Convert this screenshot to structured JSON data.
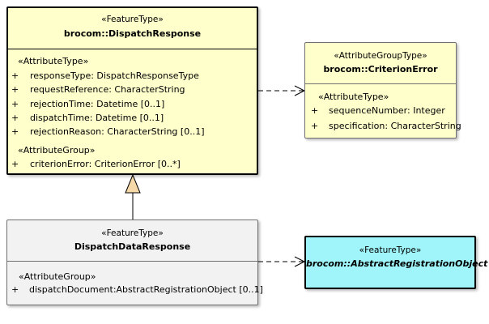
{
  "dispatch_response": {
    "stereotype": "«FeatureType»",
    "name": "brocom::DispatchResponse",
    "section1_stereotype": "«AttributeType»",
    "attributes": [
      "responseType: DispatchResponseType",
      "requestReference: CharacterString",
      "rejectionTime: Datetime [0..1]",
      "dispatchTime: Datetime [0..1]",
      "rejectionReason: CharacterString [0..1]"
    ],
    "section2_stereotype": "«AttributeGroup»",
    "groups": [
      "criterionError: CriterionError [0..*]"
    ]
  },
  "criterion_error": {
    "stereotype": "«AttributeGroupType»",
    "name": "brocom::CriterionError",
    "section_stereotype": "«AttributeType»",
    "attributes": [
      "sequenceNumber: Integer",
      "specification: CharacterString"
    ]
  },
  "dispatch_data_response": {
    "stereotype": "«FeatureType»",
    "name": "DispatchDataResponse",
    "section_stereotype": "«AttributeGroup»",
    "groups": [
      "dispatchDocument:AbstractRegistrationObject [0..1]"
    ]
  },
  "abstract_registration_object": {
    "stereotype": "«FeatureType»",
    "name": "brocom::AbstractRegistrationObject"
  },
  "visibility_symbol": "+",
  "colors": {
    "feature_fill": "#ffffcc",
    "plain_fill": "#f2f2f2",
    "abstract_fill": "#9ff5f9",
    "generalization_fill": "#f5d9a8",
    "line": "#000000"
  }
}
